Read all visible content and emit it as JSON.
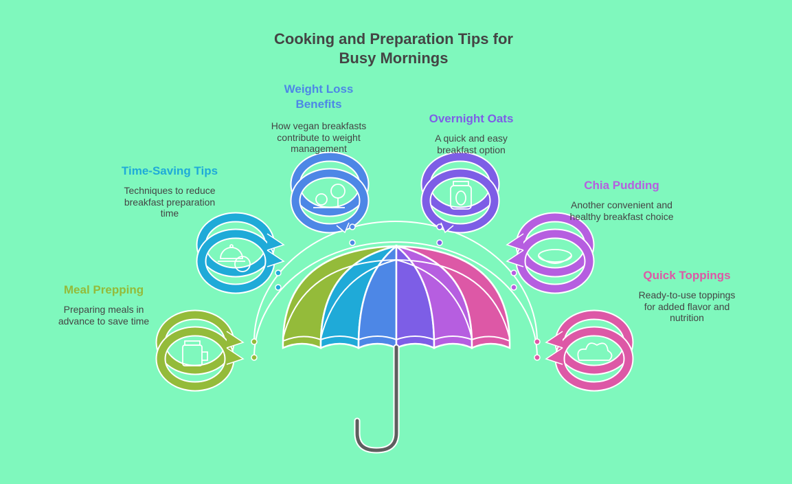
{
  "title": {
    "line1": "Cooking and Preparation Tips for",
    "line2": "Busy Mornings"
  },
  "colors": {
    "background": "#7ff8bd",
    "green": "#94bb3a",
    "cyan": "#1faad8",
    "blue": "#4d87e6",
    "purple": "#7d5ee6",
    "violet": "#b65ee0",
    "pink": "#dd58a6",
    "handle": "#5e5e5e"
  },
  "items": [
    {
      "heading": "Meal Prepping",
      "desc": [
        "Preparing meals in",
        "advance to save time"
      ],
      "icon": "jar-mug-icon"
    },
    {
      "heading": "Time-Saving Tips",
      "desc": [
        "Techniques to reduce",
        "breakfast preparation",
        "time"
      ],
      "icon": "cloche-clock-icon"
    },
    {
      "heading": "Weight Loss",
      "heading2": "Benefits",
      "desc": [
        "How vegan breakfasts",
        "contribute to weight",
        "management"
      ],
      "icon": "apple-scale-icon"
    },
    {
      "heading": "Overnight Oats",
      "desc": [
        "A quick and easy",
        "breakfast option"
      ],
      "icon": "oats-jar-icon"
    },
    {
      "heading": "Chia Pudding",
      "desc": [
        "Another convenient and",
        "healthy breakfast choice"
      ],
      "icon": "bowl-icon"
    },
    {
      "heading": "Quick Toppings",
      "desc": [
        "Ready-to-use toppings",
        "for added flavor and",
        "nutrition"
      ],
      "icon": "leafy-greens-icon"
    }
  ]
}
